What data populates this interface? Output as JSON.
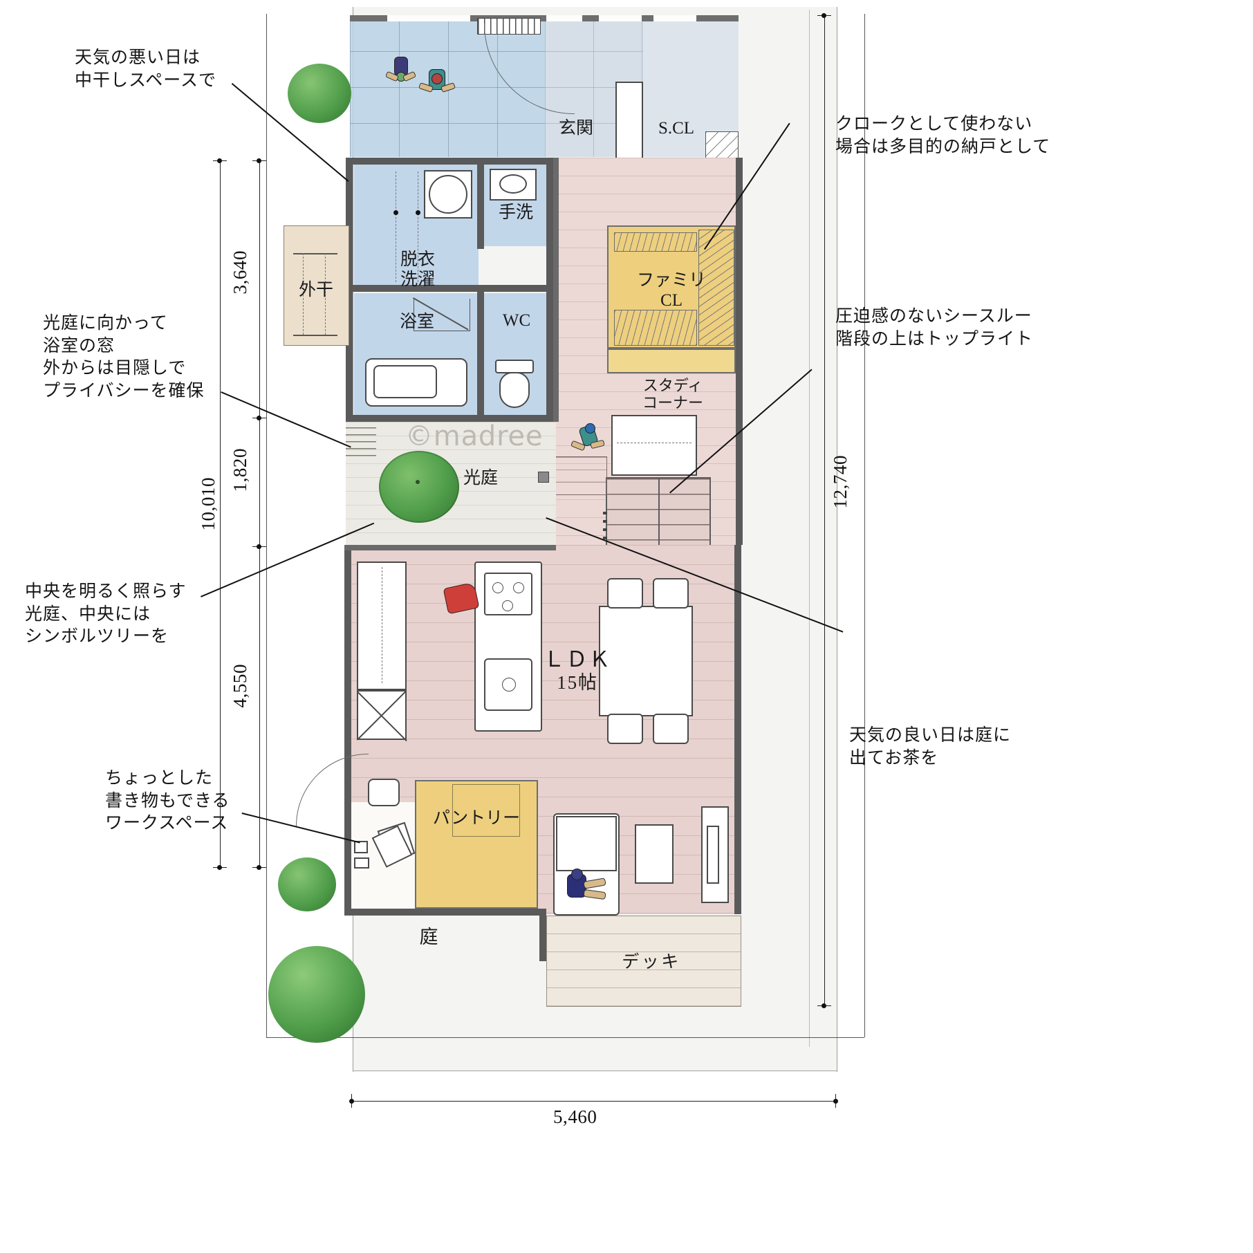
{
  "document": {
    "type": "japanese-house-floor-plan",
    "watermark": "©madree"
  },
  "annotations": [
    {
      "id": "a1",
      "text": "天気の悪い日は\n中干しスペースで",
      "side": "left"
    },
    {
      "id": "a2",
      "text": "光庭に向かって\n浴室の窓\n外からは目隠しで\nプライバシーを確保",
      "side": "left"
    },
    {
      "id": "a3",
      "text": "中央を明るく照らす\n光庭、中央には\nシンボルツリーを",
      "side": "left"
    },
    {
      "id": "a4",
      "text": "ちょっとした\n書き物もできる\nワークスペース",
      "side": "left"
    },
    {
      "id": "a5",
      "text": "クロークとして使わない\n場合は多目的の納戸として",
      "side": "right"
    },
    {
      "id": "a6",
      "text": "圧迫感のないシースルー\n階段の上はトップライト",
      "side": "right"
    },
    {
      "id": "a7",
      "text": "天気の良い日は庭に\n出てお茶を",
      "side": "right"
    }
  ],
  "rooms": [
    {
      "id": "genkan",
      "label": "玄関"
    },
    {
      "id": "scl",
      "label": "S.CL"
    },
    {
      "id": "datsui",
      "label": "脱衣\n洗濯",
      "line1": "脱衣",
      "line2": "洗濯"
    },
    {
      "id": "tearai",
      "label": "手洗"
    },
    {
      "id": "yokushitsu",
      "label": "浴室"
    },
    {
      "id": "wc",
      "label": "WC"
    },
    {
      "id": "sotoboshi",
      "label": "外干"
    },
    {
      "id": "family_cl",
      "label": "ファミリ\nCL",
      "line1": "ファミリ",
      "line2": "CL"
    },
    {
      "id": "study",
      "label": "スタディ\nコーナー",
      "line1": "スタディ",
      "line2": "コーナー"
    },
    {
      "id": "kotei",
      "label": "光庭"
    },
    {
      "id": "ldk",
      "label": "LDK\n15帖",
      "line1": "ＬＤＫ",
      "line2": "15帖"
    },
    {
      "id": "pantry",
      "label": "パントリー"
    },
    {
      "id": "niwa",
      "label": "庭"
    },
    {
      "id": "deck",
      "label": "デッキ"
    }
  ],
  "dimensions": {
    "vertical_left_outer": "10,010",
    "vertical_left_inner": [
      "3,640",
      "1,820",
      "4,550"
    ],
    "vertical_right": "12,740",
    "horizontal_bottom": "5,460"
  },
  "colors": {
    "water_blue": "#c2d6ea",
    "living_pink": "#ecd9d6",
    "storage_yellow": "#edcf7e",
    "outdoor_beige": "#ece0cd",
    "wall_grey": "#6e6e6e",
    "tree_green": "#4f9d4a",
    "site_grey": "#f4f4f2"
  }
}
